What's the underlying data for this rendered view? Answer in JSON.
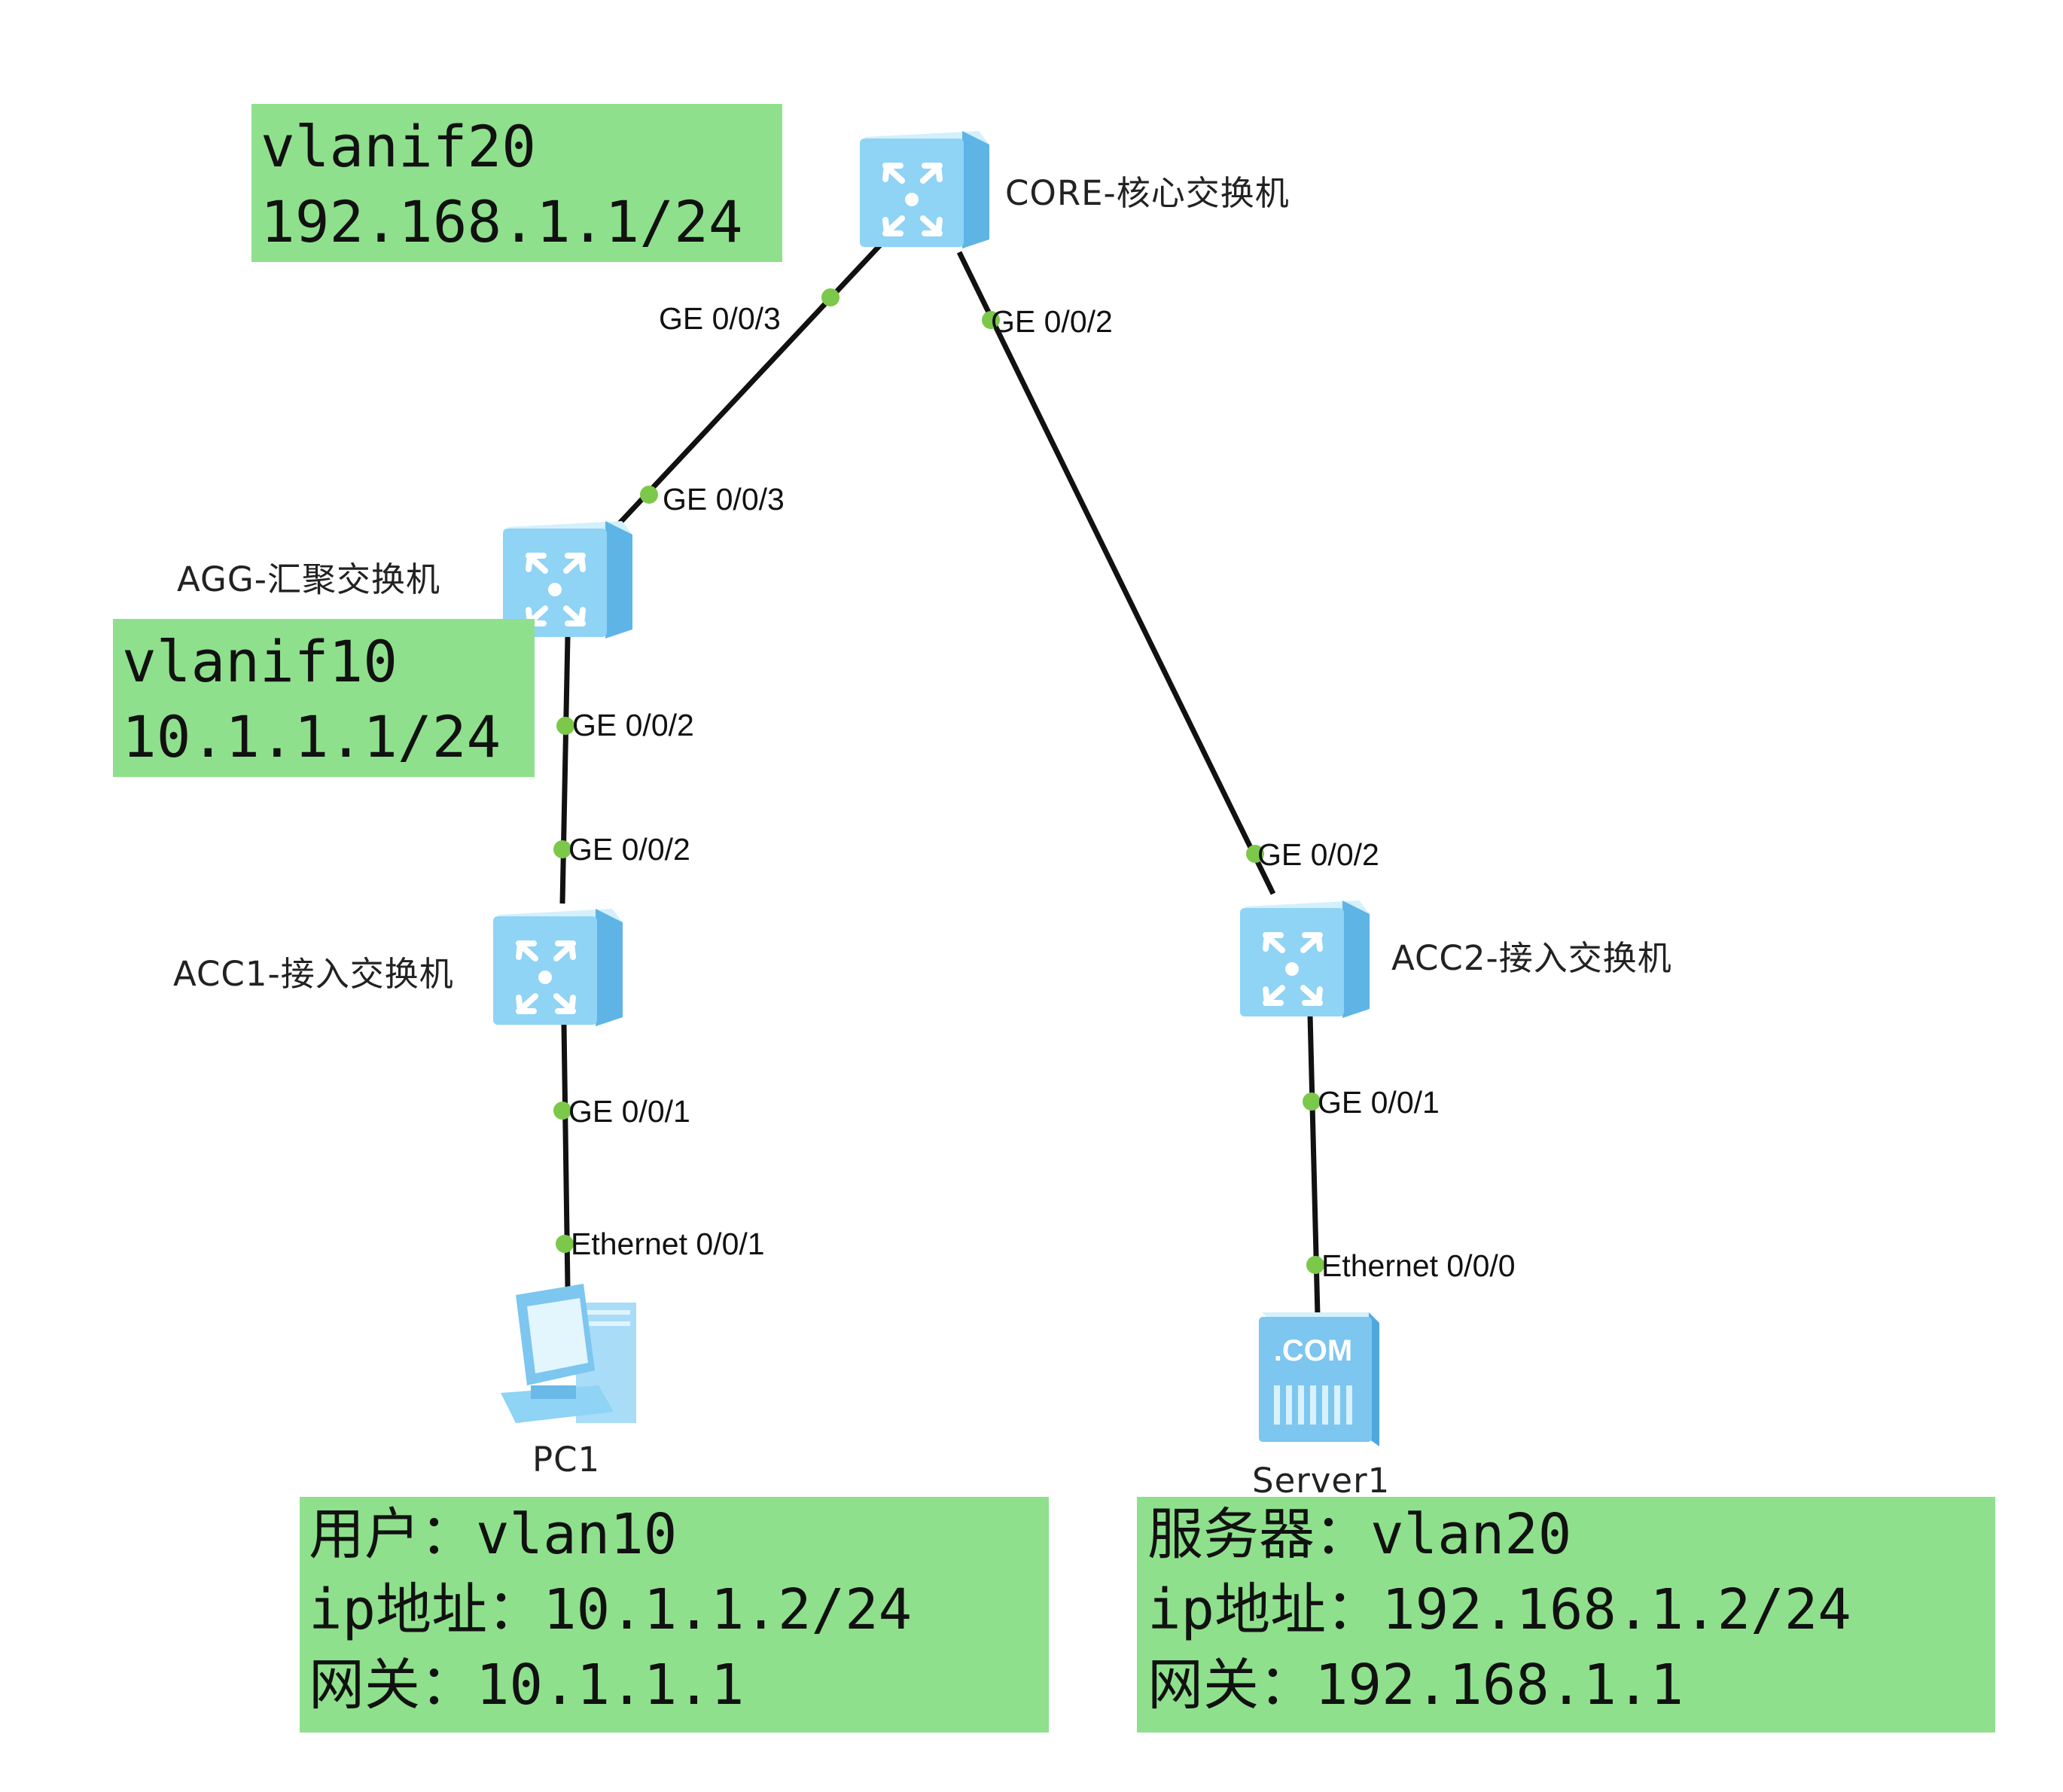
{
  "notes": {
    "core_vlanif": {
      "line1": "vlanif20",
      "line2": "192.168.1.1/24"
    },
    "agg_vlanif": {
      "line1": "vlanif10",
      "line2": "10.1.1.1/24"
    },
    "pc": {
      "line1": "用户：vlan10",
      "line2": "ip地址：10.1.1.2/24",
      "line3": "网关：10.1.1.1"
    },
    "server": {
      "line1": "服务器：vlan20",
      "line2": "ip地址：192.168.1.2/24",
      "line3": "网关：192.168.1.1"
    }
  },
  "devices": {
    "core": "CORE-核心交换机",
    "agg": "AGG-汇聚交换机",
    "acc1": "ACC1-接入交换机",
    "acc2": "ACC2-接入交换机",
    "pc1": "PC1",
    "server1": "Server1",
    "server_badge": ".COM"
  },
  "ports": {
    "core_to_agg": "GE 0/0/3",
    "agg_to_core": "GE 0/0/3",
    "core_to_acc2": "GE 0/0/2",
    "acc2_to_core": "GE 0/0/2",
    "agg_to_acc1": "GE 0/0/2",
    "acc1_to_agg": "GE 0/0/2",
    "acc1_to_pc1": "GE 0/0/1",
    "pc1_port": "Ethernet 0/0/1",
    "acc2_to_server1": "GE 0/0/1",
    "server1_port": "Ethernet 0/0/0"
  },
  "colors": {
    "note_bg": "#8fe08c",
    "port_dot": "#7cc84a",
    "link": "#111111",
    "device_blue": "#8fd3f5"
  }
}
